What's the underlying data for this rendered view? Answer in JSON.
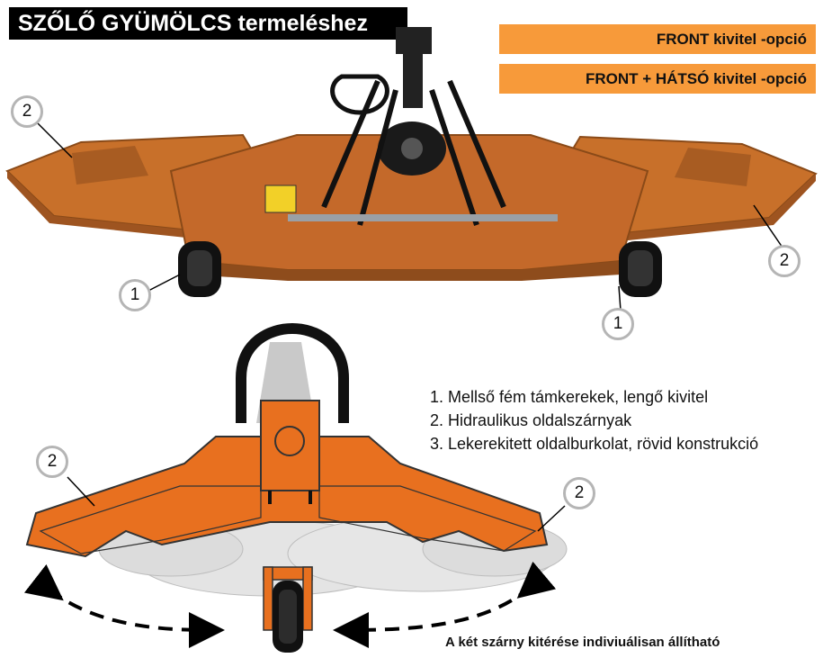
{
  "title": "SZŐLŐ GYÜMÖLCS termeléshez",
  "options": [
    {
      "label": "FRONT kivitel -opció"
    },
    {
      "label": "FRONT + HÁTSÓ kivitel -opció"
    }
  ],
  "features": [
    "1. Mellső fém támkerekek, lengő kivitel",
    "2. Hidraulikus oldalszárnyak",
    "3. Lekerekitett oldalburkolat, rövid konstrukció"
  ],
  "caption": "A két szárny kitérése indiviuálisan állítható",
  "callouts": {
    "wheel": "1",
    "wing": "2"
  },
  "colors": {
    "machine_orange": "#c8702a",
    "option_orange": "#f79a3a",
    "top_view_orange": "#e8701f"
  }
}
